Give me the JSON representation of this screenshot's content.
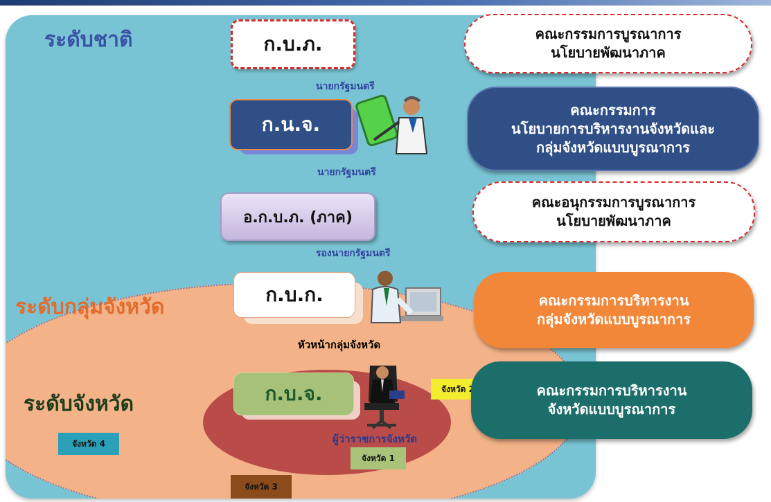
{
  "levels": {
    "national": "ระดับชาติ",
    "group": "ระดับกลุ่มจังหวัด",
    "province": "ระดับจังหวัด"
  },
  "boxes": {
    "kbp": "ก.บ.ภ.",
    "knj": "ก.น.จ.",
    "akbp": "อ.ก.บ.ภ. (ภาค)",
    "kbk": "ก.บ.ก.",
    "kbj": "ก.บ.จ."
  },
  "captions": {
    "pm_top": "นายกรัฐมนตรี",
    "pm_bottom": "นายกรัฐมนตรี",
    "deputy_pm": "รองนายกรัฐมนตรี",
    "group_head": "หัวหน้ากลุ่มจังหวัด",
    "governor": "ผู้ว่าราชการจังหวัด"
  },
  "provinces": {
    "p1": "จังหวัด 1",
    "p2": "จังหวัด 2",
    "p3": "จังหวัด 3",
    "p4": "จังหวัด 4"
  },
  "committees": [
    {
      "line1": "คณะกรรมการบูรณาการ",
      "line2": "นโยบายพัฒนาภาค",
      "line3": ""
    },
    {
      "line1": "คณะกรรมการ",
      "line2": "นโยบายการบริหารงานจังหวัดและ",
      "line3": "กลุ่มจังหวัดแบบบูรณาการ"
    },
    {
      "line1": "คณะอนุกรรมการบูรณาการ",
      "line2": "นโยบายพัฒนาภาค",
      "line3": ""
    },
    {
      "line1": "คณะกรรมการบริหารงาน",
      "line2": "กลุ่มจังหวัดแบบบูรณาการ",
      "line3": ""
    },
    {
      "line1": "คณะกรรมการบริหารงาน",
      "line2": "จังหวัดแบบบูรณาการ",
      "line3": ""
    }
  ],
  "colors": {
    "panel": "#79c4d4",
    "group_ellipse": "#f3b287",
    "province_ellipse": "#b94b48",
    "navy": "#2f4f86",
    "orange": "#f2873a",
    "teal": "#1c6e6b",
    "red_dash": "#d42b2b"
  },
  "icons": [
    "presenter-clipart-icon",
    "office-worker-clipart-icon",
    "executive-chair-clipart-icon"
  ]
}
